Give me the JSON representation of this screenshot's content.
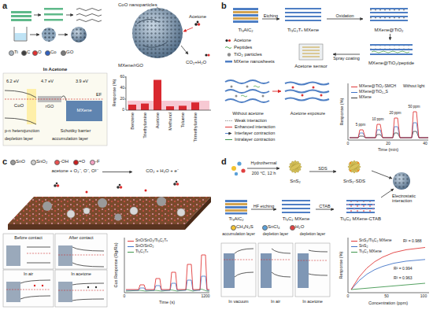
{
  "diagram": {
    "nodes": [
      {
        "text": [
          "Ti₃AlC₂"
        ]
      },
      {
        "text": [
          "Ti₃C₂Tₓ MXene"
        ]
      },
      {
        "text": [
          "MXene@TiO₂"
        ]
      },
      {
        "text": [
          "MXene@TiO₂/peptide"
        ]
      },
      {
        "text": [
          "Acetone sensor"
        ]
      },
      {
        "text": [
          "SnS₂"
        ]
      },
      {
        "text": [
          "SnS₂-SDS"
        ]
      },
      {
        "text": [
          "Ti₃AlC₂"
        ]
      },
      {
        "text": [
          "Ti₃C₂ MXene"
        ]
      },
      {
        "text": [
          "Ti₃C₂ MXene-CTAB"
        ]
      }
    ],
    "edges": [
      {
        "from": 0,
        "to": 1,
        "label": "Etching",
        "arrow": "to"
      },
      {
        "from": 1,
        "to": 2,
        "label": "Oxidation",
        "arrow": "to"
      },
      {
        "from": 2,
        "to": 3,
        "arrow": "to"
      },
      {
        "from": 3,
        "to": 4,
        "label": "Spray coating",
        "arrow": "to"
      },
      {
        "from": 5,
        "to": 6,
        "label": "SDS",
        "arrow": "to"
      },
      {
        "from": 7,
        "to": 8,
        "label": "HF etching",
        "arrow": "to"
      },
      {
        "from": 8,
        "to": 9,
        "label": "CTAB",
        "arrow": "to"
      }
    ],
    "labels": [
      "a",
      "CoO nanoparticles",
      "MXene/rGO",
      "Acetone",
      "CO₂+H₂O",
      "In Acetone",
      "6.2 eV",
      "4.7 eV",
      "3.9 eV",
      "EF",
      "CoO",
      "rGO",
      "MXene",
      "p-n heterojunction",
      "Schottky barrier",
      "depletion layer",
      "accumulation layer",
      "Response (%)",
      "60",
      "40",
      "20",
      "0",
      "Benzene",
      "Triethylamine",
      "Acetone",
      "Methanol",
      "Toluene",
      "Trimethylamine",
      "b",
      "Without acetone",
      "Acetone exposure",
      "Response (%)",
      "0",
      "20",
      "40",
      "Time (min)",
      "Without light",
      "5 ppm",
      "10 ppm",
      "20 ppm",
      "50 ppm",
      "c",
      "acetone + O₂⁻, O⁻, O²⁻",
      "CO₂ + H₂O + e⁻",
      "Before contact",
      "After contact",
      "In air",
      "In acetone",
      "Gas Response (Rg/Ra)",
      "0",
      "1200",
      "Time (s)",
      "d",
      "Hydrothermal",
      "200 °C, 12 h",
      "Electrostatic interaction",
      "accumulation layer",
      "depletion layer",
      "depletion layer",
      "In vacuum",
      "In air",
      "In acetone",
      "Response (%)",
      "0",
      "50",
      "100",
      "Concentration (ppm)",
      "R² = 0.988",
      "R² = 0.994",
      "R² = 0.963"
    ],
    "legend": [
      {
        "text": "Ti",
        "color": "#a9b4bf"
      },
      {
        "text": "C",
        "color": "#404040"
      },
      {
        "text": "O",
        "color": "#e03030"
      },
      {
        "text": "Co",
        "color": "#3060c0"
      },
      {
        "text": "GO",
        "color": "#7a7a7a"
      },
      {
        "text": "Acetone"
      },
      {
        "text": "Peptides"
      },
      {
        "text": "TiO₂ particles"
      },
      {
        "text": "MXene nanosheets"
      },
      {
        "text": "Weak interaction"
      },
      {
        "text": "Enhanced interaction"
      },
      {
        "text": "Interlayer contraction"
      },
      {
        "text": "Intralayer contraction"
      },
      {
        "text": "MXene@TiO₂-SMCH"
      },
      {
        "text": "MXene@TiO₂_S"
      },
      {
        "text": "MXene"
      },
      {
        "text": "SnO",
        "color": "#9a9a9a"
      },
      {
        "text": "SnO₂",
        "color": "#cfcfcf"
      },
      {
        "text": "-OH",
        "color": "#e85050"
      },
      {
        "text": "=O",
        "color": "#c81e1e"
      },
      {
        "text": "-F",
        "color": "#f0a0c0"
      },
      {
        "text": "SnO/SnO₂/Ti₃C₂Tₓ"
      },
      {
        "text": "SnO/SnO₂"
      },
      {
        "text": "Ti₃C₂Tₓ"
      },
      {
        "text": "CH₄N₂S",
        "color": "#f2c230"
      },
      {
        "text": "SnCl₄",
        "color": "#5aa0d8"
      },
      {
        "text": "H₂O",
        "color": "#e04040"
      },
      {
        "text": "SnS₂/Ti₃C₂ MXene"
      },
      {
        "text": "SnS₂"
      },
      {
        "text": "Ti₃C₂ MXene"
      }
    ]
  }
}
